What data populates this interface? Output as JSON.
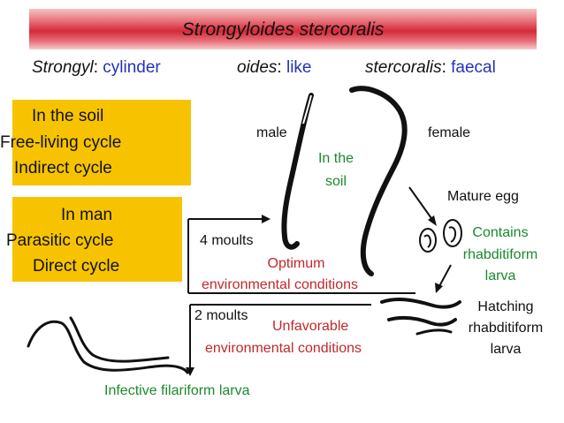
{
  "title": "Strongyloides stercoralis",
  "etymology": [
    {
      "word": "Strongyl",
      "meaning": "cylinder"
    },
    {
      "word": "oides",
      "meaning": "like"
    },
    {
      "word": "stercoralis",
      "meaning": "faecal"
    }
  ],
  "soil_box": {
    "line1": "In the soil",
    "line2": "Free-living cycle",
    "line3": "Indirect cycle"
  },
  "man_box": {
    "line1": "In man",
    "line2": "Parasitic cycle",
    "line3": "Direct cycle"
  },
  "labels": {
    "male": "male",
    "female": "female",
    "in_the": "In the",
    "soil": "soil",
    "mature_egg": "Mature egg",
    "contains": "Contains",
    "rhabditiform": "rhabditiform",
    "larva": "larva",
    "moults4": "4 moults",
    "optimum": "Optimum",
    "environmental": "environmental conditions",
    "moults2": "2 moults",
    "unfavorable": "Unfavorable",
    "hatching": "Hatching",
    "filariform": "Infective filariform larva"
  },
  "colors": {
    "title_red": "#d42a3a",
    "box_yellow": "#f7c300",
    "meaning_blue": "#2233bb",
    "text_red": "#c0282a",
    "text_green": "#1a8a2a"
  }
}
